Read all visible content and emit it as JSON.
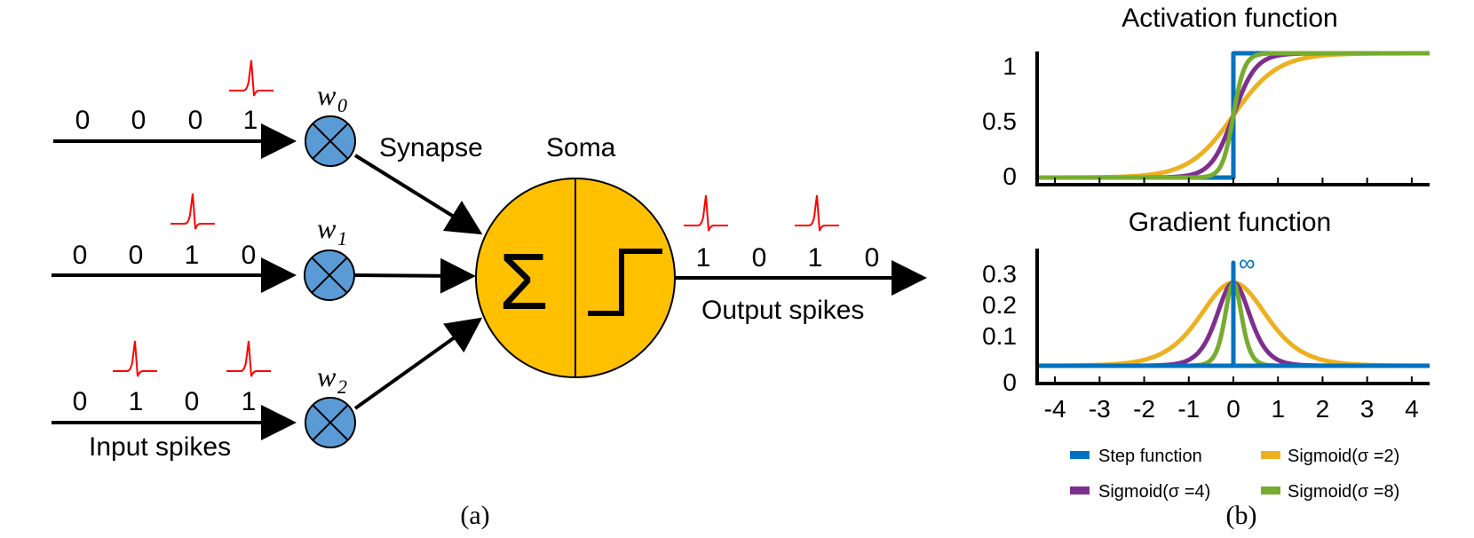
{
  "left": {
    "inputs": [
      {
        "bits": [
          "0",
          "0",
          "0",
          "1"
        ],
        "weight_base": "w",
        "weight_sub": "0"
      },
      {
        "bits": [
          "0",
          "0",
          "1",
          "0"
        ],
        "weight_base": "w",
        "weight_sub": "1"
      },
      {
        "bits": [
          "0",
          "1",
          "0",
          "1"
        ],
        "weight_base": "w",
        "weight_sub": "2"
      }
    ],
    "synapse_label": "Synapse",
    "soma_label": "Soma",
    "sum_symbol": "Σ",
    "output_bits": [
      "1",
      "0",
      "1",
      "0"
    ],
    "output_label": "Output spikes",
    "input_label": "Input spikes",
    "caption": "(a)"
  },
  "chart_data": [
    {
      "type": "line",
      "title": "Activation function",
      "yticks": [
        "1",
        "0.5",
        "0"
      ],
      "ylim": [
        0,
        1
      ],
      "xlim": [
        -4.4,
        4.4
      ],
      "series": [
        {
          "name": "Step function",
          "function": "step",
          "color": "#0072BD"
        },
        {
          "name": "Sigmoid(σ =2)",
          "function": "sigmoid",
          "sigma": 2,
          "color": "#EDB120"
        },
        {
          "name": "Sigmoid(σ =4)",
          "function": "sigmoid",
          "sigma": 4,
          "color": "#7E2F8E"
        },
        {
          "name": "Sigmoid(σ =8)",
          "function": "sigmoid",
          "sigma": 8,
          "color": "#77AC30"
        }
      ]
    },
    {
      "type": "line",
      "title": "Gradient function",
      "yticks": [
        "0.3",
        "0.2",
        "0.1",
        "0"
      ],
      "ylim": [
        0,
        0.3
      ],
      "xlim": [
        -4.4,
        4.4
      ],
      "xticks": [
        "-4",
        "-3",
        "-2",
        "-1",
        "0",
        "1",
        "2",
        "3",
        "4"
      ],
      "annotation": "∞",
      "series": [
        {
          "name": "Step function",
          "function": "dirac",
          "color": "#0072BD"
        },
        {
          "name": "Sigmoid(σ =2)",
          "function": "sigmoid_grad",
          "sigma": 2,
          "color": "#EDB120"
        },
        {
          "name": "Sigmoid(σ =4)",
          "function": "sigmoid_grad",
          "sigma": 4,
          "color": "#7E2F8E"
        },
        {
          "name": "Sigmoid(σ =8)",
          "function": "sigmoid_grad",
          "sigma": 8,
          "color": "#77AC30"
        }
      ]
    }
  ],
  "legend": {
    "items": [
      {
        "label": "Step function",
        "color": "#0072BD"
      },
      {
        "label": "Sigmoid(σ =2)",
        "color": "#EDB120"
      },
      {
        "label": "Sigmoid(σ =4)",
        "color": "#7E2F8E"
      },
      {
        "label": "Sigmoid(σ =8)",
        "color": "#77AC30"
      }
    ]
  },
  "caption_b": "(b)",
  "colors": {
    "synapse_fill": "#5B9BD5",
    "soma_fill": "#FFC000",
    "spike": "#FF0000"
  }
}
